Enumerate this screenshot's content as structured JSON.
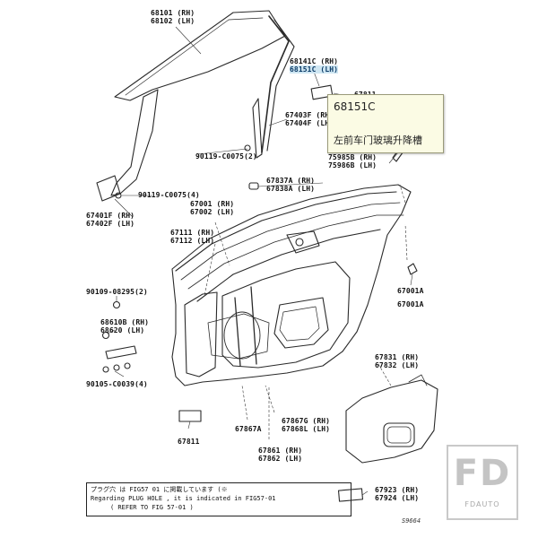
{
  "labels": [
    {
      "id": "p68101",
      "lines": [
        "68101 (RH)",
        "68102 (LH)"
      ]
    },
    {
      "id": "p68141C",
      "lines": [
        "68141C (RH)",
        "68151C (LH)"
      ],
      "highlight_line": 1
    },
    {
      "id": "p67811a",
      "lines": [
        "67811"
      ]
    },
    {
      "id": "p67403F",
      "lines": [
        "67403F (RH)",
        "67404F (LH)"
      ]
    },
    {
      "id": "p90119a",
      "lines": [
        "90119-C0075(2)"
      ]
    },
    {
      "id": "p90119b",
      "lines": [
        "90119-C0075(4)"
      ]
    },
    {
      "id": "p75985B",
      "lines": [
        "75985B (RH)",
        "75986B (LH)"
      ]
    },
    {
      "id": "p67837A",
      "lines": [
        "67837A (RH)",
        "67838A (LH)"
      ]
    },
    {
      "id": "p67401F",
      "lines": [
        "67401F (RH)",
        "67402F (LH)"
      ]
    },
    {
      "id": "p67001",
      "lines": [
        "67001 (RH)",
        "67002 (LH)"
      ]
    },
    {
      "id": "p67111",
      "lines": [
        "67111 (RH)",
        "67112 (LH)"
      ]
    },
    {
      "id": "p90109",
      "lines": [
        "90109-08295(2)"
      ]
    },
    {
      "id": "p68610B",
      "lines": [
        "68610B (RH)",
        "68620 (LH)"
      ]
    },
    {
      "id": "p90105",
      "lines": [
        "90105-C0039(4)"
      ]
    },
    {
      "id": "p67001A",
      "lines": [
        "67001A",
        "67001A"
      ]
    },
    {
      "id": "p67831",
      "lines": [
        "67831 (RH)",
        "67832 (LH)"
      ]
    },
    {
      "id": "p67867G",
      "lines": [
        "67867G (RH)",
        "67868L (LH)"
      ]
    },
    {
      "id": "p67867A",
      "lines": [
        "67867A"
      ]
    },
    {
      "id": "p67811b",
      "lines": [
        "67811"
      ]
    },
    {
      "id": "p67861",
      "lines": [
        "67861 (RH)",
        "67862 (LH)"
      ]
    },
    {
      "id": "p67923",
      "lines": [
        "67923 (RH)",
        "67924 (LH)"
      ]
    }
  ],
  "tooltip": {
    "code": "68151C",
    "name": "左前车门玻璃升降槽"
  },
  "note": {
    "line1": "プラグ穴  は FIG57  01 に掲載しています (※ ",
    "line2": "Regarding PLUG HOLE , it is indicated in FIG57-01",
    "line3": "( REFER TO FIG 57-01 )"
  },
  "drawing_code": "S9664",
  "watermark": {
    "big": "FD",
    "small": "FDAUTO"
  }
}
